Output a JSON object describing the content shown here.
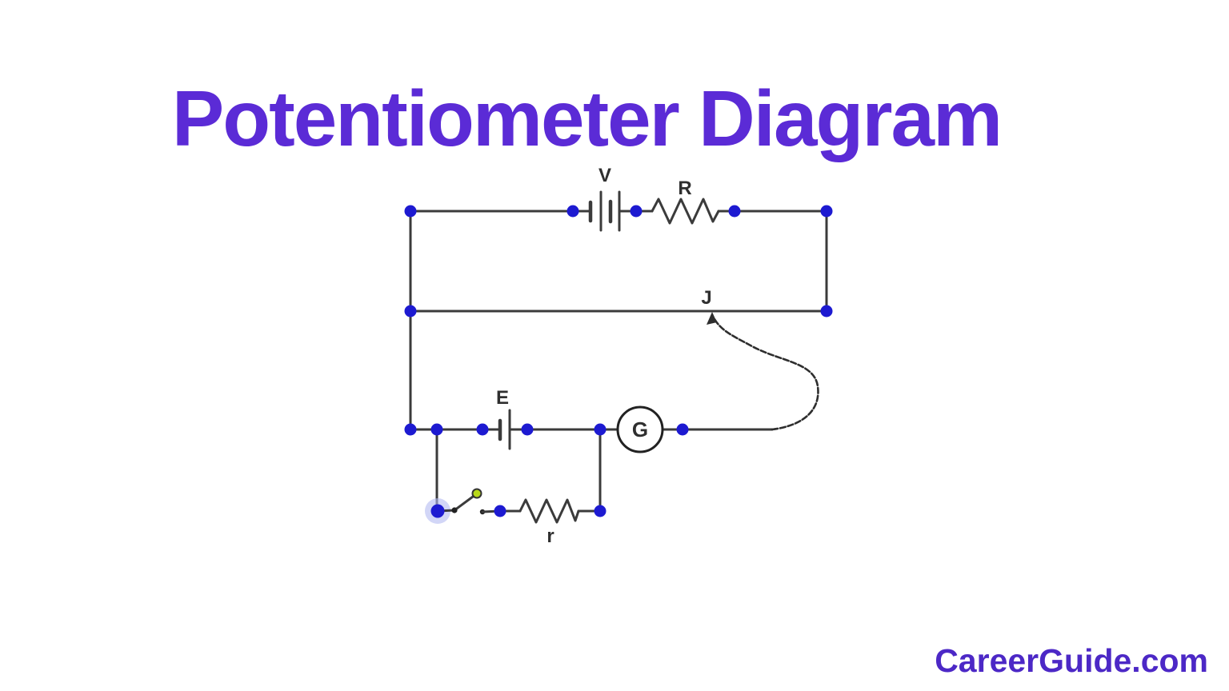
{
  "header": {
    "title": "Potentiometer Diagram"
  },
  "diagram": {
    "labels": {
      "driver_battery": "V",
      "series_resistance": "R",
      "jockey": "J",
      "test_cell": "E",
      "galvanometer": "G",
      "protective_resistance": "r"
    },
    "colors": {
      "title_purple": "#5b2bd6",
      "brand_purple": "#4c28c6",
      "wire": "#3b3b3b",
      "node_blue": "#1d1ad1",
      "label_ink": "#2f2f2f",
      "switch_knob_green": "#b8d818",
      "switch_halo": "#b4baf2"
    }
  },
  "footer": {
    "brand": "CareerGuide.com"
  }
}
